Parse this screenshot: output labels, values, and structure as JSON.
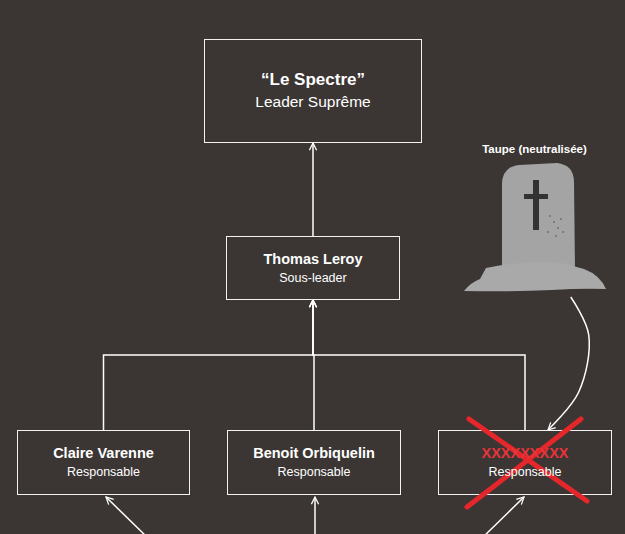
{
  "diagram": {
    "nodes": [
      {
        "text": [
          "“Le Spectre”",
          "Leader Suprême"
        ]
      },
      {
        "text": [
          "Taupe (neutralisée)"
        ]
      },
      {
        "text": [
          "Thomas Leroy",
          "Sous-leader"
        ]
      },
      {
        "text": [
          "Claire Varenne",
          "Responsable"
        ]
      },
      {
        "text": [
          "Benoit Orbiquelin",
          "Responsable"
        ]
      },
      {
        "text": [
          "XXXXXXXXX",
          "Responsable"
        ]
      }
    ],
    "edges": [
      {
        "from": 2,
        "to": 0,
        "arrow": "to"
      },
      {
        "from": 3,
        "to": 2,
        "arrow": "to"
      },
      {
        "from": 4,
        "to": 2,
        "arrow": "to"
      },
      {
        "from": 5,
        "to": 2,
        "arrow": "to"
      },
      {
        "from": 1,
        "to": 5,
        "arrow": "to"
      }
    ]
  }
}
